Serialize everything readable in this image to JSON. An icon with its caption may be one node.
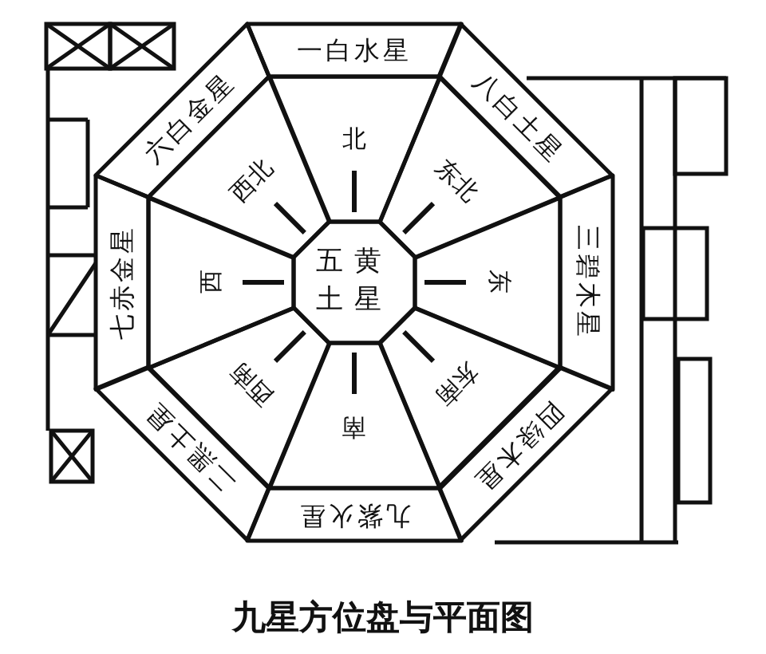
{
  "diagram": {
    "caption": "九星方位盘与平面图",
    "nodes": [
      {
        "text": [
          "五黄土星"
        ]
      },
      {
        "text": [
          "一白水星"
        ]
      },
      {
        "text": [
          "八白土星"
        ]
      },
      {
        "text": [
          "三碧木星"
        ]
      },
      {
        "text": [
          "四绿木星"
        ]
      },
      {
        "text": [
          "九紫火星"
        ]
      },
      {
        "text": [
          "二黑土星"
        ]
      },
      {
        "text": [
          "七赤金星"
        ]
      },
      {
        "text": [
          "六白金星"
        ]
      },
      {
        "text": [
          "北"
        ]
      },
      {
        "text": [
          "东北"
        ]
      },
      {
        "text": [
          "东"
        ]
      },
      {
        "text": [
          "东南"
        ]
      },
      {
        "text": [
          "南"
        ]
      },
      {
        "text": [
          "西南"
        ]
      },
      {
        "text": [
          "西"
        ]
      },
      {
        "text": [
          "西北"
        ]
      }
    ]
  }
}
